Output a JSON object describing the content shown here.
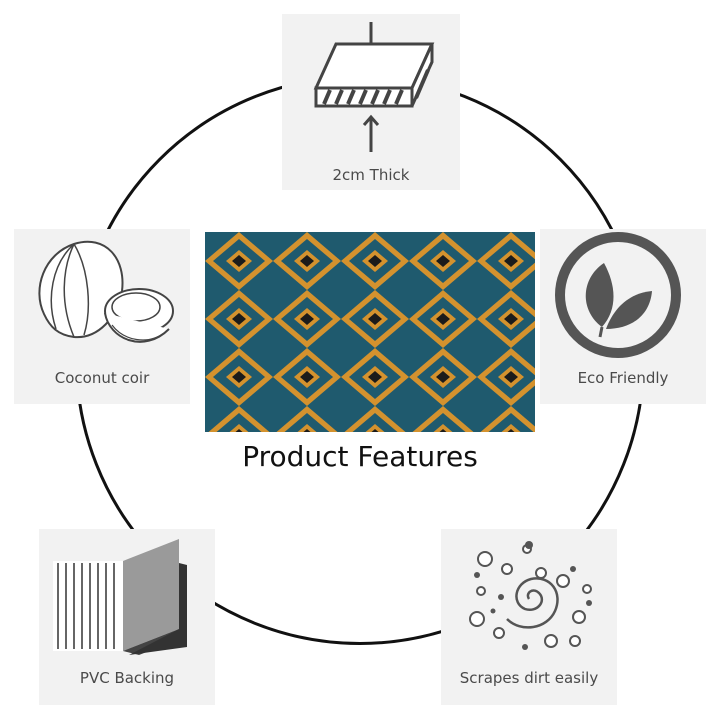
{
  "title": "Product Features",
  "features": {
    "thick": {
      "label": "2cm Thick",
      "icon": "compression-board-icon"
    },
    "coconut": {
      "label": "Coconut coir",
      "icon": "coconut-icon"
    },
    "eco": {
      "label": "Eco Friendly",
      "icon": "leaf-circle-icon"
    },
    "pvc": {
      "label": "PVC Backing",
      "icon": "pvc-backing-icon"
    },
    "scrape": {
      "label": "Scrapes dirt easily",
      "icon": "dirt-swirl-icon"
    }
  },
  "colors": {
    "card_bg": "#f2f2f2",
    "label": "#4a4a4a",
    "ring": "#111111",
    "mat_teal": "#1f5a6e",
    "mat_coir": "#d4922e",
    "icon_gray": "#555555"
  }
}
